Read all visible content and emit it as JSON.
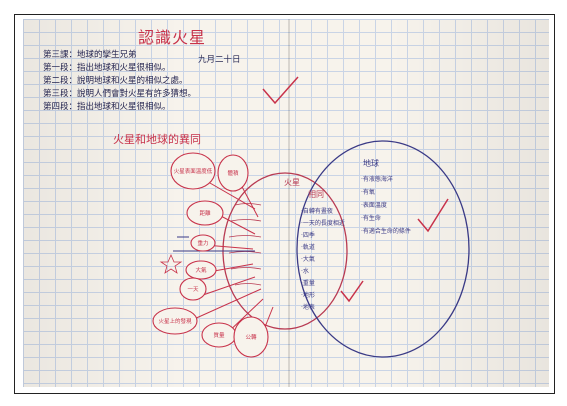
{
  "page": {
    "title": "認識火星",
    "date": "九月二十日",
    "outline": [
      "第三課：地球的孿生兄弟",
      "第一段：指出地球和火星很相似。",
      "第二段：說明地球和火星的相似之處。",
      "第三段：說明人們會對火星有許多猜想。",
      "第四段：指出地球和火星很相似。"
    ],
    "subtitle": "火星和地球的異同"
  },
  "venn": {
    "left_label": "火星",
    "middle_label": "相同",
    "right_label": "地球",
    "middle_items": [
      "·自轉有晝夜",
      "·一天的長度相近",
      "·四季",
      "·軌道",
      "·大氣",
      "·水",
      "·重量",
      "·地形",
      "·地表"
    ],
    "right_items": [
      "·有液態海洋",
      "·有氧",
      "·表面溫度",
      "·有生命",
      "·有適合生命的條件"
    ]
  },
  "bubbles": [
    "火星表面溫度低",
    "體積",
    "距離",
    "重力",
    "大氣",
    "一天",
    "火星上的發現",
    "質量",
    "公轉"
  ],
  "colors": {
    "ink_blue": "#23234f",
    "ink_red": "#c8324a",
    "grid": "#c9d4e6",
    "paper": "#f7f3ec"
  }
}
